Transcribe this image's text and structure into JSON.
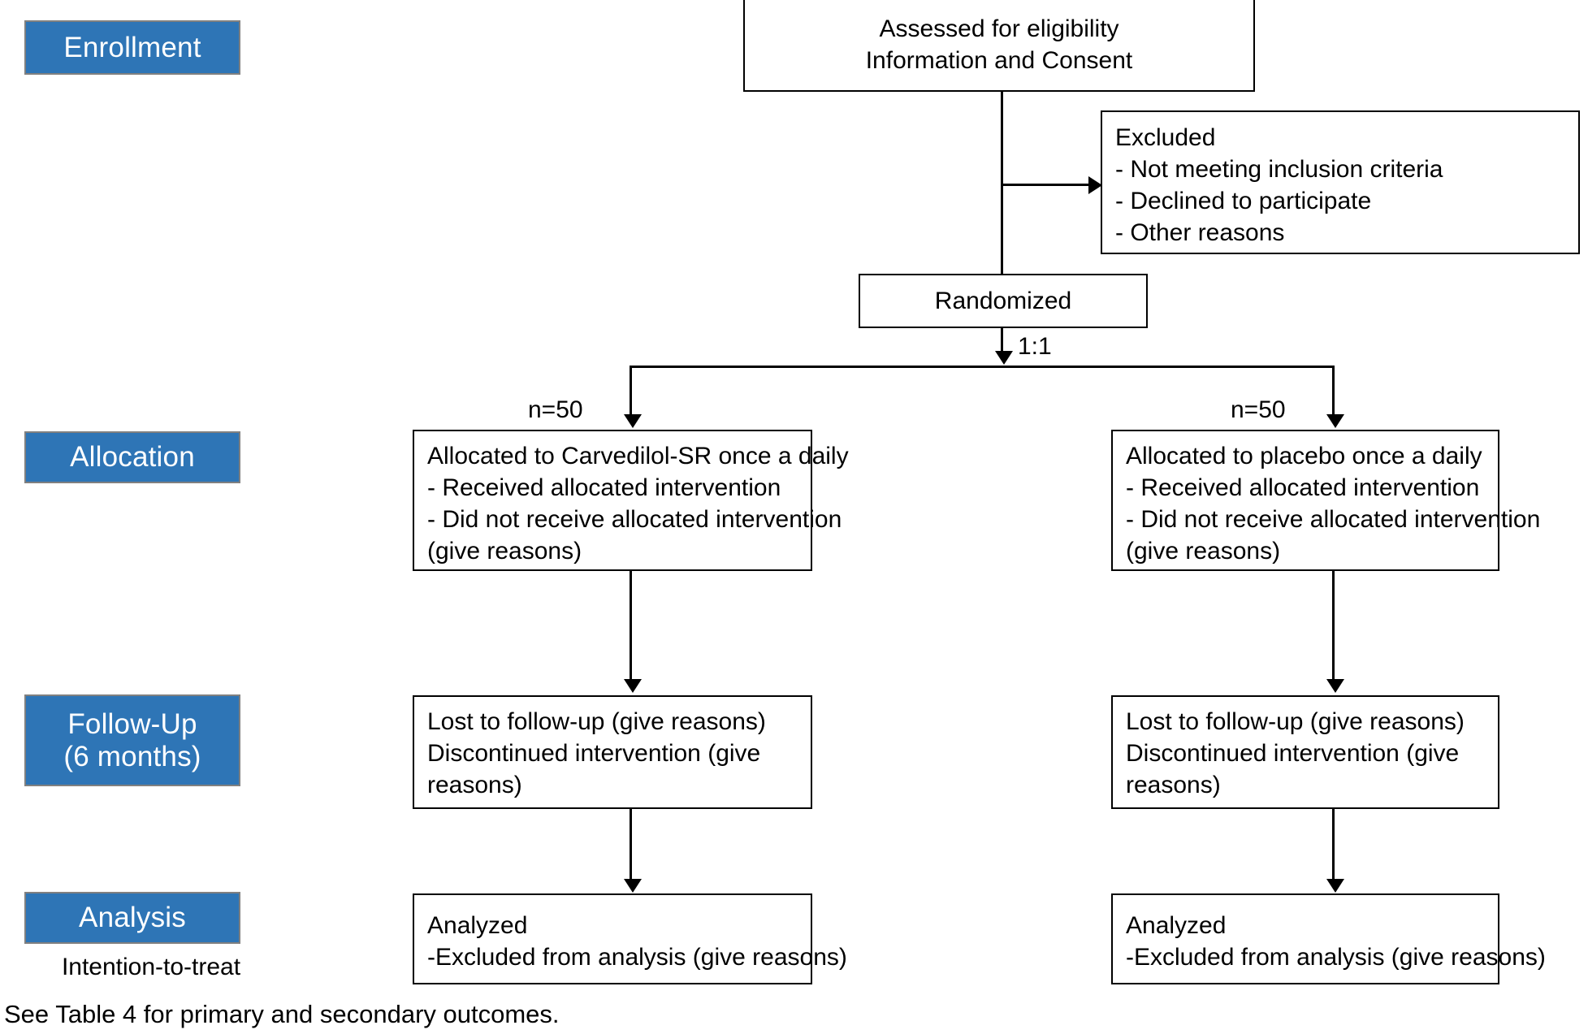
{
  "diagram": {
    "title": "CONSORT Flow Diagram",
    "footer_note": "See Table 4 for primary and secondary outcomes.",
    "accent_color": "#2E75B6",
    "border_color": "#808080",
    "line_color": "#000000"
  },
  "stages": {
    "enrollment": {
      "label": "Enrollment"
    },
    "allocation": {
      "label": "Allocation"
    },
    "followup": {
      "line1": "Follow-Up",
      "line2": "(6 months)"
    },
    "analysis": {
      "label": "Analysis",
      "subnote": "Intention-to-treat"
    }
  },
  "boxes": {
    "assessed": {
      "line1": "Assessed for eligibility",
      "line2": "Information and Consent"
    },
    "excluded": {
      "line1": "Excluded",
      "line2": "- Not meeting inclusion criteria",
      "line3": "- Declined to participate",
      "line4": "- Other reasons"
    },
    "randomized": {
      "label": "Randomized"
    },
    "alloc_left": {
      "line1": "Allocated to Carvedilol-SR once a daily",
      "line2": "- Received allocated intervention",
      "line3": "- Did not receive allocated intervention",
      "line4": "(give reasons)"
    },
    "alloc_right": {
      "line1": "Allocated to placebo once a daily",
      "line2": "- Received allocated intervention",
      "line3": "- Did not receive allocated intervention",
      "line4": "(give reasons)"
    },
    "followup_left": {
      "line1": "Lost to follow-up (give reasons)",
      "line2": "Discontinued intervention (give",
      "line3": "reasons)"
    },
    "followup_right": {
      "line1": "Lost to follow-up (give reasons)",
      "line2": "Discontinued intervention (give",
      "line3": "reasons)"
    },
    "analysis_left": {
      "line1": "Analyzed",
      "line2": "-Excluded from analysis (give reasons)"
    },
    "analysis_right": {
      "line1": "Analyzed",
      "line2": "-Excluded from analysis (give reasons)"
    }
  },
  "connector_labels": {
    "ratio": "1:1",
    "n_left": "n=50",
    "n_right": "n=50"
  }
}
